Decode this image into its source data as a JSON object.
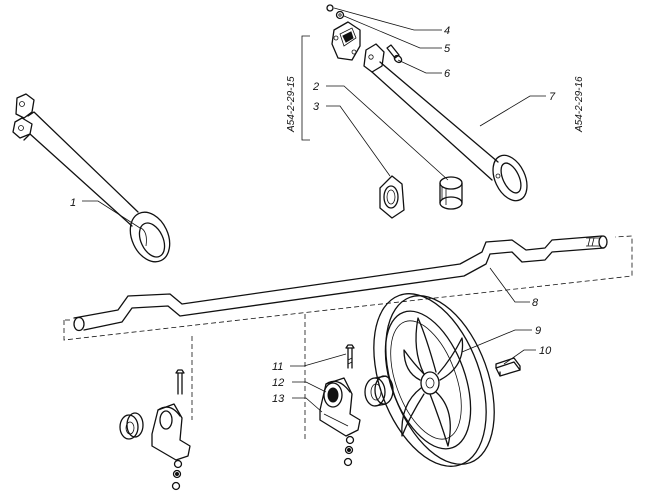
{
  "drawing": {
    "part_codes": {
      "left": "А54-2-29-15",
      "right": "А54-2-29-16"
    },
    "callouts": [
      "1",
      "2",
      "3",
      "4",
      "5",
      "6",
      "7",
      "8",
      "9",
      "10",
      "11",
      "12",
      "13"
    ]
  }
}
